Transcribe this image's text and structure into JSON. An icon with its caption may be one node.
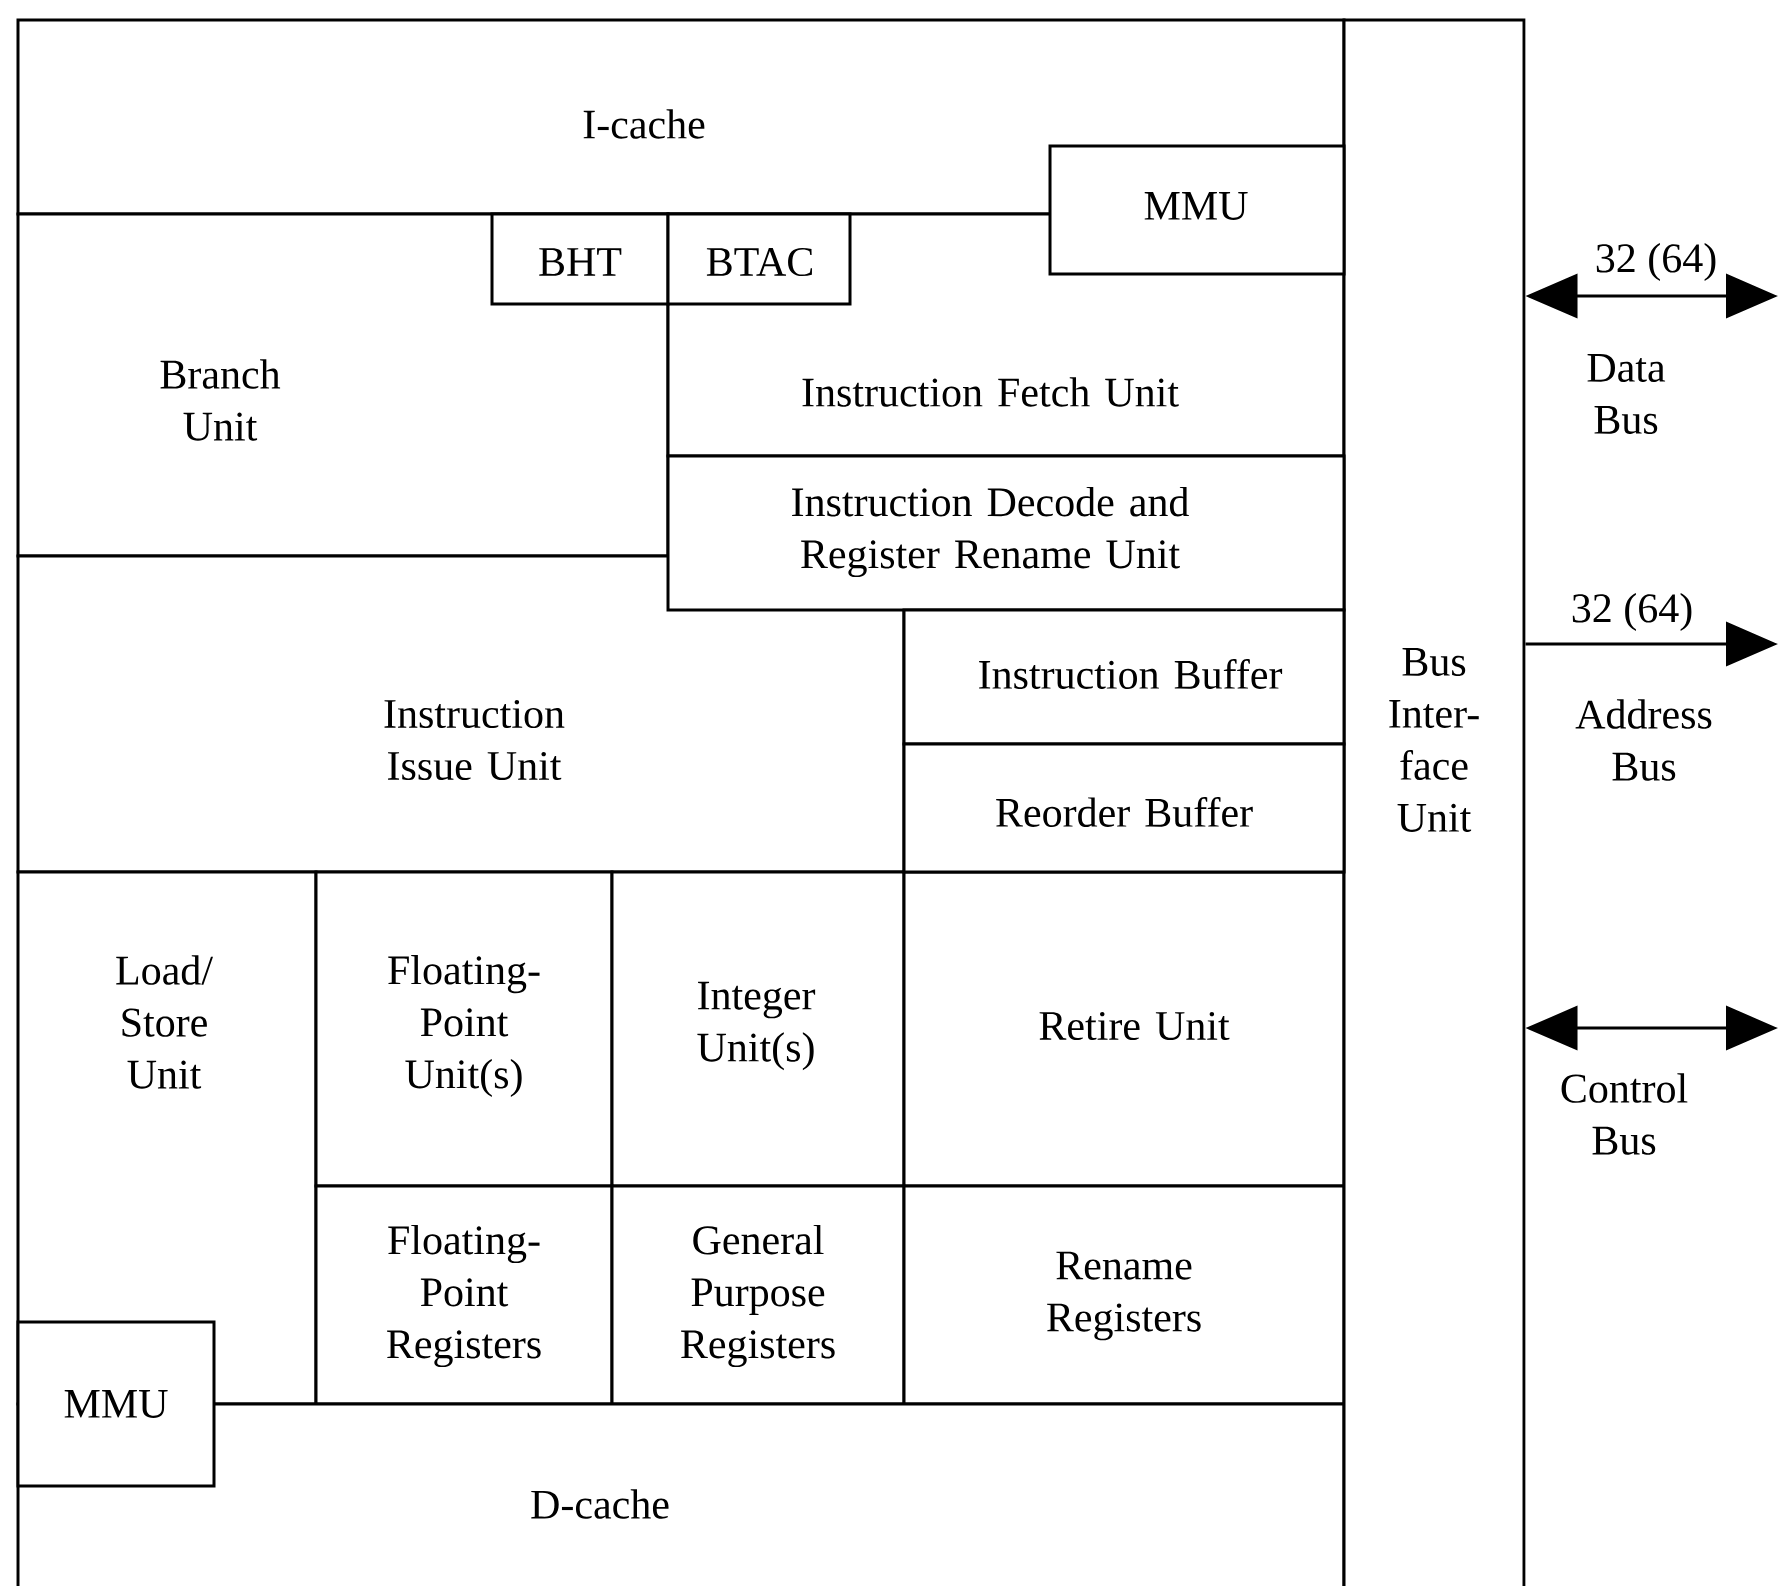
{
  "diagram": {
    "nodes": [
      {
        "text": [
          "I-cache"
        ]
      },
      {
        "text": [
          "MMU"
        ]
      },
      {
        "text": [
          "BHT"
        ],
        "in": 4
      },
      {
        "text": [
          "BTAC"
        ],
        "in": 5
      },
      {
        "text": [
          "Branch Unit"
        ]
      },
      {
        "text": [
          "Instruction Fetch Unit"
        ]
      },
      {
        "text": [
          "Instruction Decode and Register Rename Unit"
        ]
      },
      {
        "text": [
          "Instruction Issue Unit"
        ]
      },
      {
        "text": [
          "Instruction Buffer"
        ]
      },
      {
        "text": [
          "Reorder Buffer"
        ]
      },
      {
        "text": [
          "Load/ Store Unit"
        ]
      },
      {
        "text": [
          "Floating- Point Unit(s)"
        ]
      },
      {
        "text": [
          "Integer Unit(s)"
        ]
      },
      {
        "text": [
          "Retire Unit"
        ]
      },
      {
        "text": [
          "Floating- Point Registers"
        ]
      },
      {
        "text": [
          "General Purpose Registers"
        ]
      },
      {
        "text": [
          "Rename Registers"
        ]
      },
      {
        "text": [
          "MMU"
        ]
      },
      {
        "text": [
          "D-cache"
        ]
      },
      {
        "text": [
          "Bus Inter- face Unit"
        ]
      }
    ],
    "edges": [
      {
        "from": 19,
        "to": null,
        "arrow": "both",
        "label": "32 (64)"
      },
      {
        "from": 19,
        "to": null,
        "arrow": "to",
        "label": "32 (64)"
      },
      {
        "from": 19,
        "to": null,
        "arrow": "both"
      }
    ],
    "labels": [
      "Data Bus",
      "Address Bus",
      "Control Bus"
    ]
  }
}
